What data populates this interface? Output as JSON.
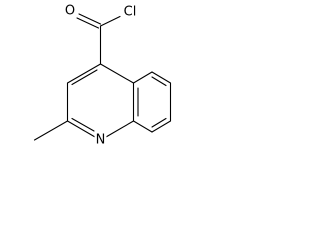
{
  "molecule": {
    "atoms": {
      "oxygen": "O",
      "chlorine": "Cl",
      "nitrogen": "N"
    }
  }
}
